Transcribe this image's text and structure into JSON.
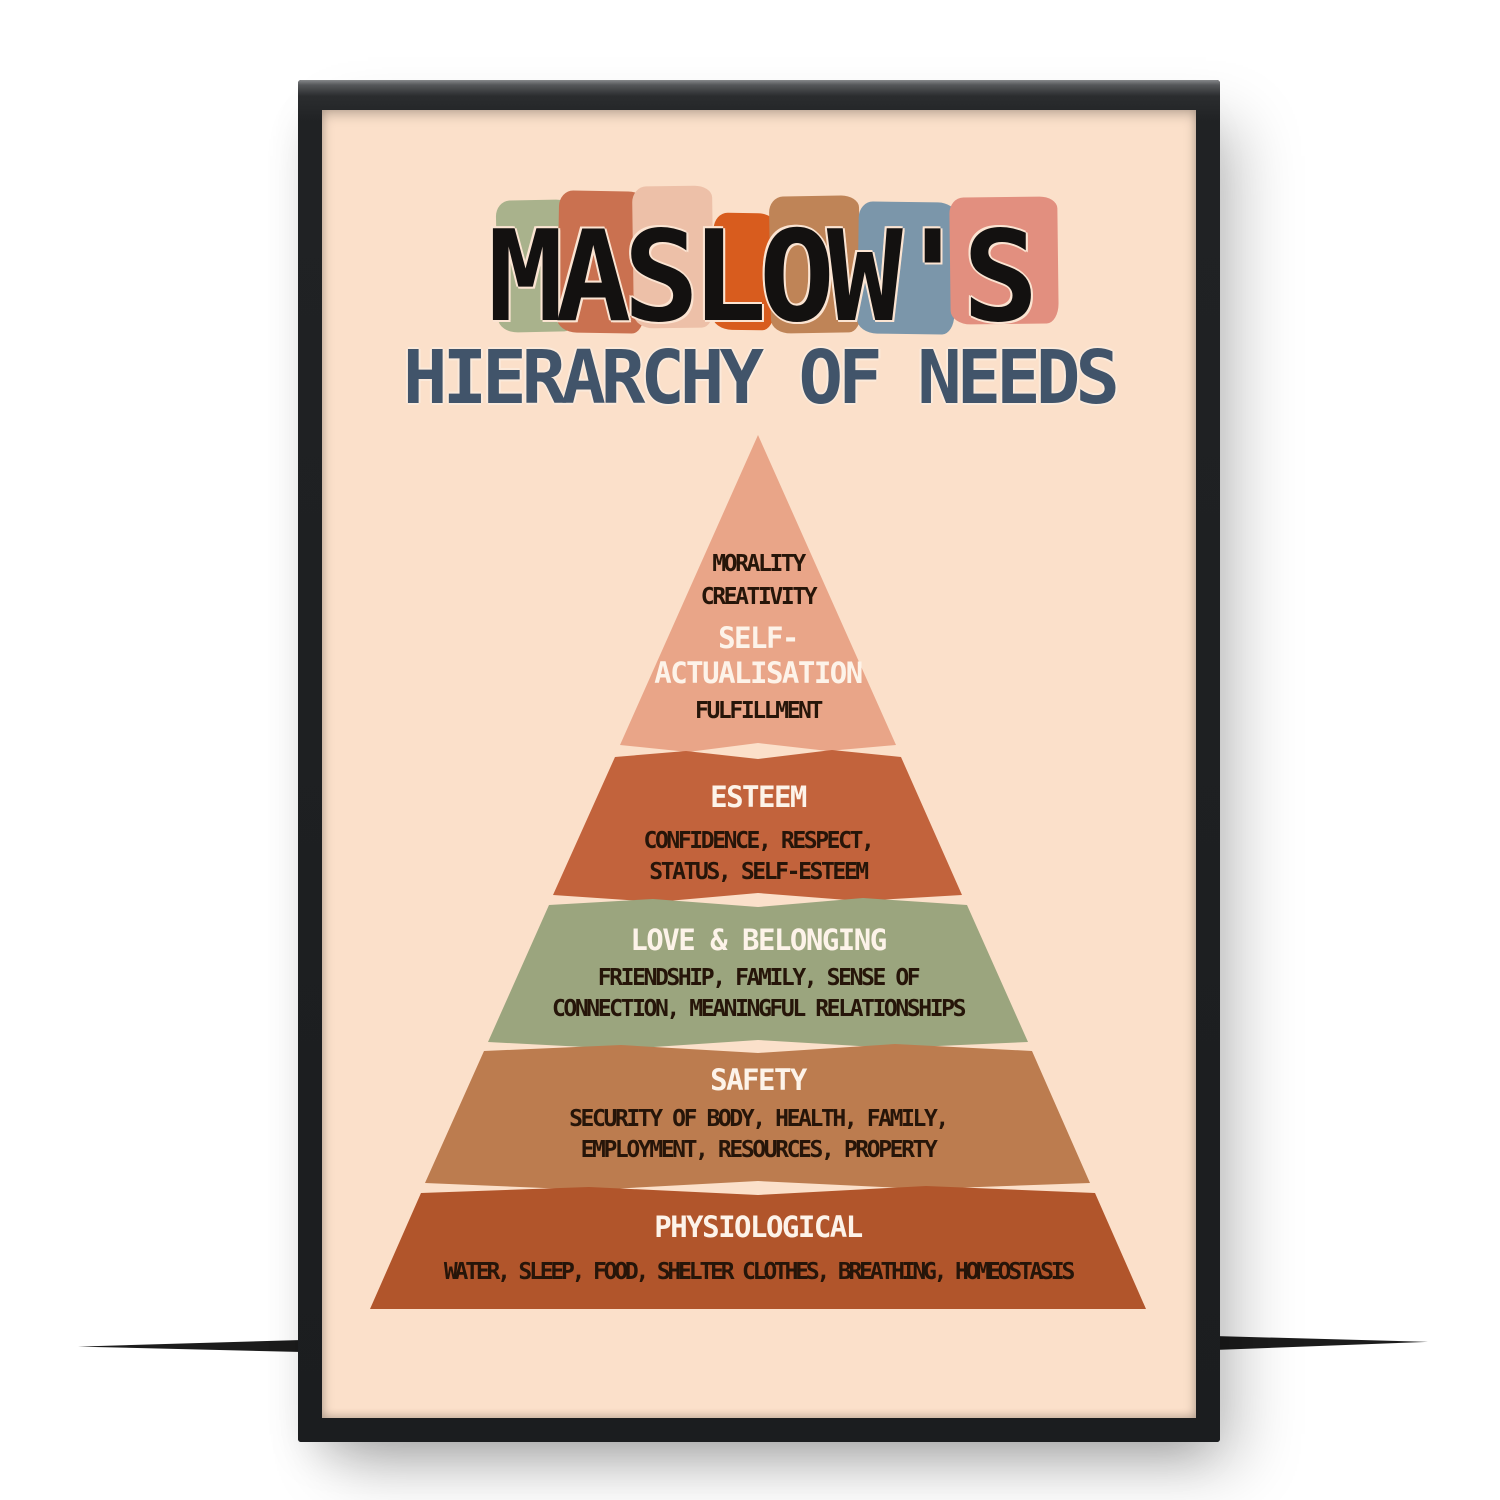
{
  "scene": {
    "background_color": "#ffffff",
    "frame_color": "#1d1f21"
  },
  "poster": {
    "title": "MASLOW'S",
    "subtitle": "HIERARCHY OF NEEDS",
    "background_color": "#fbe0ca",
    "title_color": "#131110",
    "subtitle_color": "#41546a",
    "swatch_colors": [
      "#a9b28c",
      "#ca7150",
      "#edc0a8",
      "#d85c1e",
      "#bf8457",
      "#7b96aa",
      "#e28f7f"
    ],
    "pyramid": {
      "levels": [
        {
          "name": "self-actualisation",
          "color": "#e9a588",
          "above_lines": [
            "MORALITY",
            "CREATIVITY"
          ],
          "heading_line1": "SELF-",
          "heading_line2": "ACTUALISATION",
          "below_line": "FULFILLMENT"
        },
        {
          "name": "esteem",
          "color": "#c2633c",
          "heading": "ESTEEM",
          "detail_line1": "CONFIDENCE, RESPECT,",
          "detail_line2": "STATUS, SELF-ESTEEM"
        },
        {
          "name": "love-and-belonging",
          "color": "#9ba57e",
          "heading": "LOVE & BELONGING",
          "detail_line1": "FRIENDSHIP, FAMILY, SENSE OF",
          "detail_line2": "CONNECTION, MEANINGFUL RELATIONSHIPS"
        },
        {
          "name": "safety",
          "color": "#bc7c4f",
          "heading": "SAFETY",
          "detail_line1": "SECURITY OF BODY, HEALTH, FAMILY,",
          "detail_line2": "EMPLOYMENT, RESOURCES, PROPERTY"
        },
        {
          "name": "physiological",
          "color": "#b1552b",
          "heading": "PHYSIOLOGICAL",
          "detail_line1": "WATER, SLEEP, FOOD, SHELTER CLOTHES, BREATHING, HOMEOSTASIS"
        }
      ]
    }
  }
}
